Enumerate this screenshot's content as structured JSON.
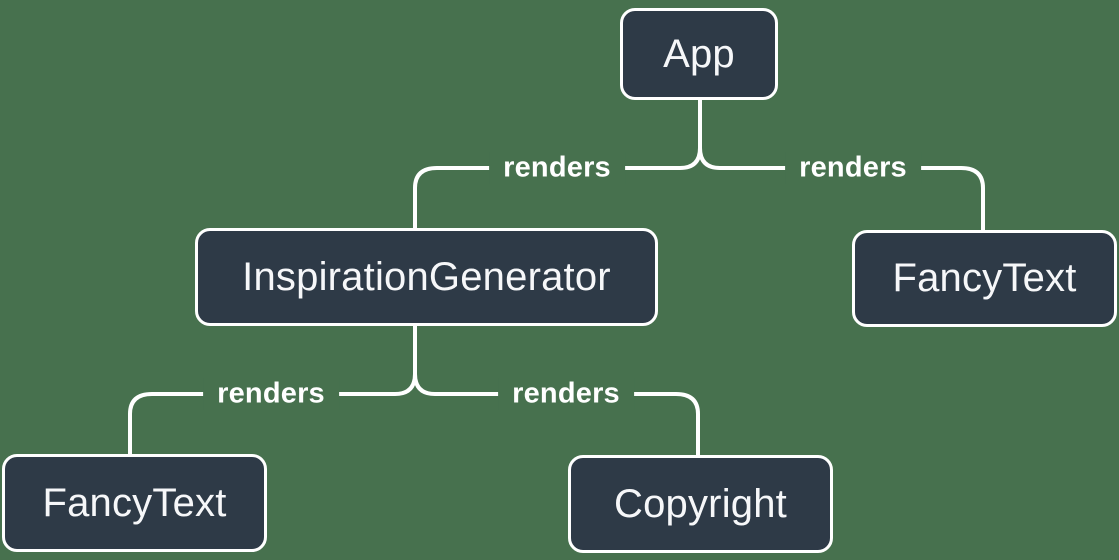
{
  "diagram": {
    "type": "tree",
    "colors": {
      "background": "#47714e",
      "node_fill": "#2e3a47",
      "node_border": "#ffffff",
      "text": "#f6f7f9",
      "edge_line": "#ffffff"
    },
    "nodes": [
      {
        "id": "app",
        "label": "App"
      },
      {
        "id": "inspiration-generator",
        "label": "InspirationGenerator"
      },
      {
        "id": "fancy-text-right",
        "label": "FancyText"
      },
      {
        "id": "fancy-text-left",
        "label": "FancyText"
      },
      {
        "id": "copyright",
        "label": "Copyright"
      }
    ],
    "edges": [
      {
        "from": "App",
        "to": "InspirationGenerator",
        "label": "renders"
      },
      {
        "from": "App",
        "to": "FancyText",
        "label": "renders"
      },
      {
        "from": "InspirationGenerator",
        "to": "FancyText",
        "label": "renders"
      },
      {
        "from": "InspirationGenerator",
        "to": "Copyright",
        "label": "renders"
      }
    ]
  }
}
